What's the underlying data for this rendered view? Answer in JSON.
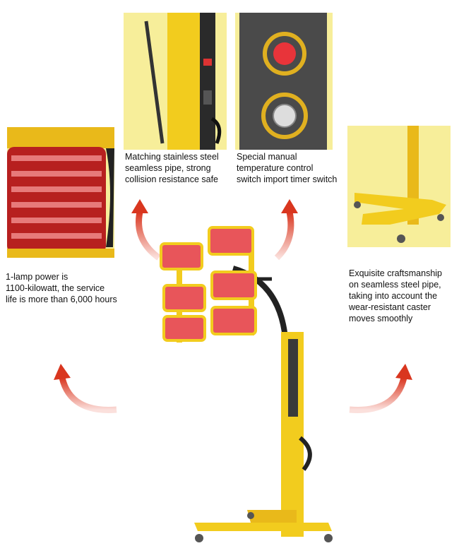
{
  "captions": {
    "pipe": [
      "Matching stainless steel",
      "seamless pipe, strong",
      "collision resistance safe"
    ],
    "control": [
      "Special manual",
      "temperature control",
      "switch import timer switch"
    ],
    "lamp": [
      "1-lamp power is",
      "1100-kilowatt, the service",
      "life is more than 6,000 hours"
    ],
    "caster": [
      "Exquisite craftsmanship",
      "on seamless steel pipe,",
      "taking into account the",
      "wear-resistant caster",
      "moves smoothly"
    ]
  },
  "colors": {
    "frame_yellow": "#f2cc1e",
    "panel_bg": "#f7ee9a",
    "arrow_red": "#d9361f",
    "lamp_red": "#e8555a"
  }
}
